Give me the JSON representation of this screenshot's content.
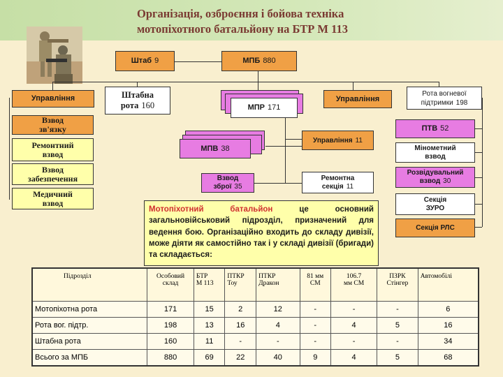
{
  "title": {
    "line1": "Організація, озброєння і бойова техніка",
    "line2": "мотопіхотного батальйону на БТР М 113"
  },
  "photo": {
    "icon": "soldiers-photo"
  },
  "nodes": {
    "shtab": {
      "label": "Штаб",
      "num": "9"
    },
    "mpb": {
      "label": "МПБ",
      "num": "880"
    },
    "upr_left": {
      "label": "Управління"
    },
    "shtabna_rota": {
      "label1": "Штабна",
      "label2": "рота",
      "num": "160"
    },
    "mpr": {
      "label": "МПР",
      "num": "171"
    },
    "upr_center": {
      "label": "Управління"
    },
    "rota_vp": {
      "label1": "Рота вогневої",
      "label2": "підтримки",
      "num": "198"
    },
    "vzvod_zv": {
      "label1": "Взвод",
      "label2": "зв'язку"
    },
    "remont_vz": {
      "label1": "Ремонтний",
      "label2": "взвод"
    },
    "vzvod_zab": {
      "label1": "Взвод",
      "label2": "забезпечення"
    },
    "med_vz": {
      "label1": "Медичний",
      "label2": "взвод"
    },
    "mpv": {
      "label": "МПВ",
      "num": "38"
    },
    "upr_11": {
      "label": "Управління",
      "num": "11"
    },
    "vzvod_zbroi": {
      "label1": "Взвод",
      "label2": "зброї",
      "num": "35"
    },
    "remont_sek": {
      "label1": "Ремонтна",
      "label2": "секція",
      "num": "11"
    },
    "ptv": {
      "label": "ПТВ",
      "num": "52"
    },
    "minomet": {
      "label1": "Мінометний",
      "label2": "взвод"
    },
    "rozvid": {
      "label1": "Розвідувальний",
      "label2": "взвод",
      "num": "30"
    },
    "sek_zuro": {
      "label1": "Секція",
      "label2": "ЗУРО"
    },
    "sek_rls": {
      "label": "Секція РЛС"
    }
  },
  "paragraph": {
    "red": "Мотопіхотний батальйон",
    "rest": " це основний загальновійськовий підрозділ, призначений для ведення бою. Організаційно входить до складу дивізії, може діяти як самостійно так і у складі дивізії (бригади) та складається:"
  },
  "table": {
    "headers": [
      [
        "Підрозділ",
        ""
      ],
      [
        "Особовий",
        "склад"
      ],
      [
        "БТР",
        "М 113"
      ],
      [
        "ПТКР",
        "Тоу"
      ],
      [
        "ПТКР",
        "Дракон"
      ],
      [
        "81 мм",
        "СМ"
      ],
      [
        "106.7",
        "мм СМ"
      ],
      [
        "ПЗРК",
        "Стінгер"
      ],
      [
        "Автомобілі",
        ""
      ]
    ],
    "rows": [
      [
        "Мотопіхотна рота",
        "171",
        "15",
        "2",
        "12",
        "-",
        "-",
        "-",
        "6"
      ],
      [
        "Рота вог.  підтр.",
        "198",
        "13",
        "16",
        "4",
        "-",
        "4",
        "5",
        "16"
      ],
      [
        "Штабна рота",
        "160",
        "11",
        "-",
        "-",
        "-",
        "-",
        "-",
        "34"
      ],
      [
        "Всього за МПБ",
        "880",
        "69",
        "22",
        "40",
        "9",
        "4",
        "5",
        "68"
      ]
    ]
  }
}
